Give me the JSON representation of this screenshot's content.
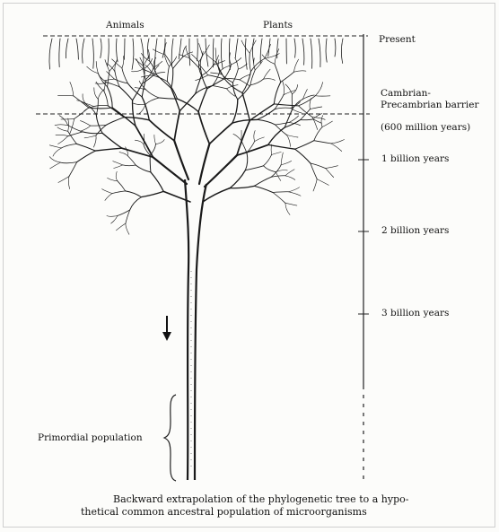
{
  "header": {
    "animals_label": "Animals",
    "plants_label": "Plants"
  },
  "timeline": {
    "present": "Present",
    "cambrian_line1": "Cambrian-",
    "cambrian_line2": "Precambrian barrier",
    "cambrian_line3": "(600 million years)",
    "one_billion": "1 billion years",
    "two_billion": "2 billion years",
    "three_billion": "3 billion years"
  },
  "annotations": {
    "primordial": "Primordial population"
  },
  "caption": {
    "line1": "Backward extrapolation of the phylogenetic tree to a hypo-",
    "line2": "thetical common ancestral population of microorganisms"
  },
  "colors": {
    "ink": "#1a1a1a",
    "paper": "#fcfcfa"
  }
}
